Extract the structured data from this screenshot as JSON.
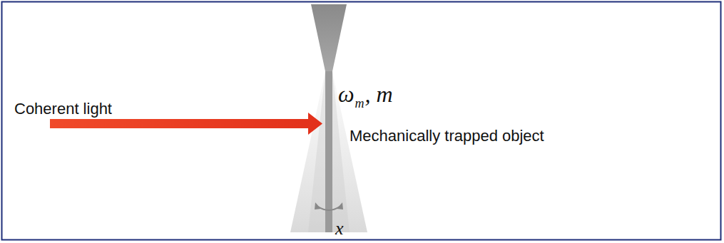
{
  "diagram": {
    "labels": [
      "Coherent light",
      "ω",
      "m",
      ", m",
      "Mechanically trapped object",
      "x"
    ]
  }
}
